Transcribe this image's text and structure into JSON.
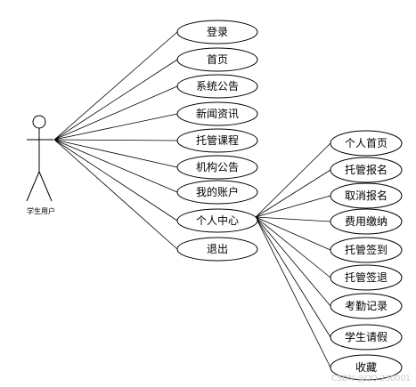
{
  "actor": {
    "label": "学生用户"
  },
  "use_cases": [
    {
      "id": "login",
      "label": "登录"
    },
    {
      "id": "home",
      "label": "首页"
    },
    {
      "id": "system-notice",
      "label": "系统公告"
    },
    {
      "id": "news",
      "label": "新闻资讯"
    },
    {
      "id": "care-course",
      "label": "托管课程"
    },
    {
      "id": "org-notice",
      "label": "机构公告"
    },
    {
      "id": "my-account",
      "label": "我的账户"
    },
    {
      "id": "personal-center",
      "label": "个人中心"
    },
    {
      "id": "logout",
      "label": "退出"
    }
  ],
  "personal_center_items": [
    {
      "id": "personal-home",
      "label": "个人首页"
    },
    {
      "id": "care-signup",
      "label": "托管报名"
    },
    {
      "id": "cancel-signup",
      "label": "取消报名"
    },
    {
      "id": "fee-payment",
      "label": "费用缴纳"
    },
    {
      "id": "care-checkin",
      "label": "托管签到"
    },
    {
      "id": "care-checkout",
      "label": "托管签退"
    },
    {
      "id": "attendance-record",
      "label": "考勤记录"
    },
    {
      "id": "student-leave",
      "label": "学生请假"
    },
    {
      "id": "favorites",
      "label": "收藏"
    }
  ],
  "watermark": "CSDN @QQ 230001"
}
